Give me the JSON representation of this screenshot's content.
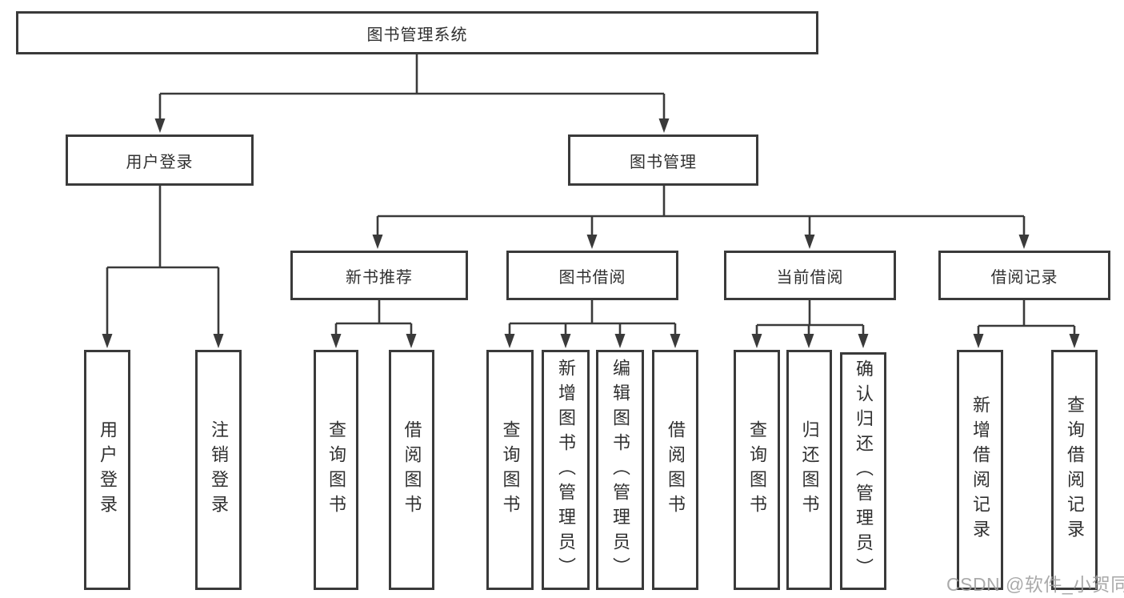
{
  "diagram": {
    "root": {
      "label": "图书管理系统"
    },
    "level2": {
      "user_login": {
        "label": "用户登录"
      },
      "book_mgmt": {
        "label": "图书管理"
      }
    },
    "level3": {
      "new_book_rec": {
        "label": "新书推荐"
      },
      "book_borrow": {
        "label": "图书借阅"
      },
      "current_borrow": {
        "label": "当前借阅"
      },
      "borrow_records": {
        "label": "借阅记录"
      }
    },
    "level4": {
      "login_user_login": {
        "label": "用户登录"
      },
      "login_logout": {
        "label": "注销登录"
      },
      "rec_query_books": {
        "label": "查询图书"
      },
      "rec_borrow_books": {
        "label": "借阅图书"
      },
      "bb_query_books": {
        "label": "查询图书"
      },
      "bb_add_books": {
        "label": "新增图书（管理员）"
      },
      "bb_edit_books": {
        "label": "编辑图书（管理员）"
      },
      "bb_borrow_books": {
        "label": "借阅图书"
      },
      "cb_query_books": {
        "label": "查询图书"
      },
      "cb_return_books": {
        "label": "归还图书"
      },
      "cb_confirm_return": {
        "label": "确认归还（管理员）"
      },
      "br_add_record": {
        "label": "新增借阅记录"
      },
      "br_query_record": {
        "label": "查询借阅记录"
      }
    },
    "colors": {
      "line": "#3a3a3a",
      "text": "#303030",
      "watermark": "#9e9e9e",
      "background": "#ffffff"
    },
    "watermark": "CSDN @软件_小贺同学"
  }
}
